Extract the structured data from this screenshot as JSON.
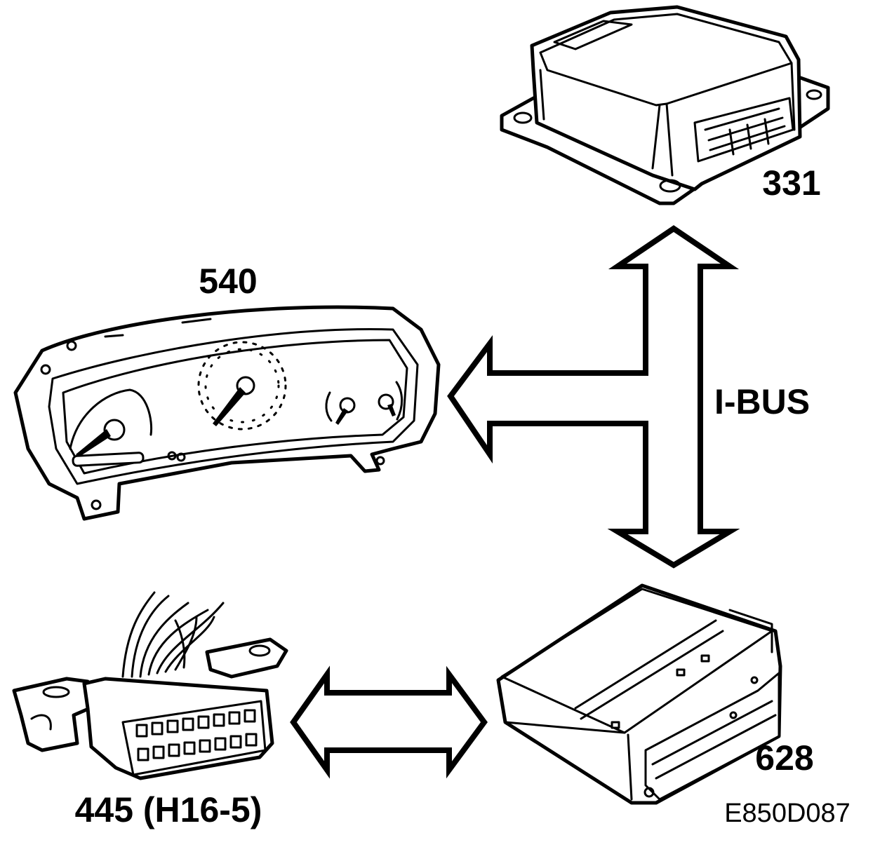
{
  "labels": {
    "airbag_module": "331",
    "instrument_cluster": "540",
    "bus": "I-BUS",
    "control_unit": "628",
    "diagnostic_connector": "445 (H16-5)",
    "figure_code": "E850D087"
  },
  "icons": {
    "airbag_module": "airbag-control-module-icon",
    "instrument_cluster": "instrument-cluster-icon",
    "control_unit": "electronic-control-unit-icon",
    "diagnostic_connector": "obd-diagnostic-connector-icon"
  },
  "colors": {
    "line": "#000000",
    "background": "#ffffff"
  }
}
